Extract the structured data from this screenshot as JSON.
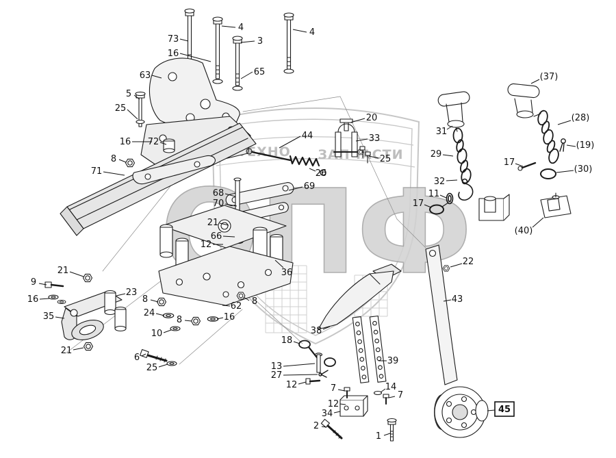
{
  "figure": {
    "kind": "exploded-parts-diagram",
    "background_color": "#ffffff",
    "line_color": "#1a1a1a",
    "watermark_color": "#c6c6c6"
  },
  "watermark": {
    "letters": "ОПФ",
    "band_left": "ТЕХНО",
    "band_right": "ЗАПЧАСТИ"
  },
  "callouts": {
    "k73": "73",
    "k16a": "16",
    "k4a": "4",
    "k3": "3",
    "k4b": "4",
    "k65": "65",
    "k63": "63",
    "k5": "5",
    "k25a": "25",
    "k16b": "16",
    "k72": "72",
    "k8a": "8",
    "k71": "71",
    "k44": "44",
    "k20": "20",
    "k33": "33",
    "k25b": "25",
    "k26": "26",
    "k69": "69",
    "k68": "68",
    "k70": "70",
    "k21a": "21",
    "k66": "66",
    "k12a": "12",
    "k36": "36",
    "k31": "31",
    "k29": "29",
    "k32": "32",
    "k11": "11",
    "k17a": "17",
    "k37": "(37)",
    "k28": "(28)",
    "k19": "(19)",
    "k17b": "17",
    "k30": "(30)",
    "k40": "(40)",
    "k22": "22",
    "k43": "43",
    "k21b": "21",
    "k9": "9",
    "k16c": "16",
    "k23": "23",
    "k8b": "8",
    "k24": "24",
    "k35": "35",
    "k10": "10",
    "k8c": "8",
    "k16d": "16",
    "k62": "62",
    "k8d": "8",
    "k21c": "21",
    "k6": "6",
    "k25c": "25",
    "k18": "18",
    "k13": "13",
    "k27": "27",
    "k12b": "12",
    "k38": "38",
    "k39": "39",
    "k7a": "7",
    "k14": "14",
    "k7b": "7",
    "k12c": "12",
    "k34": "34",
    "k2": "2",
    "k1": "1",
    "k45": "45"
  }
}
